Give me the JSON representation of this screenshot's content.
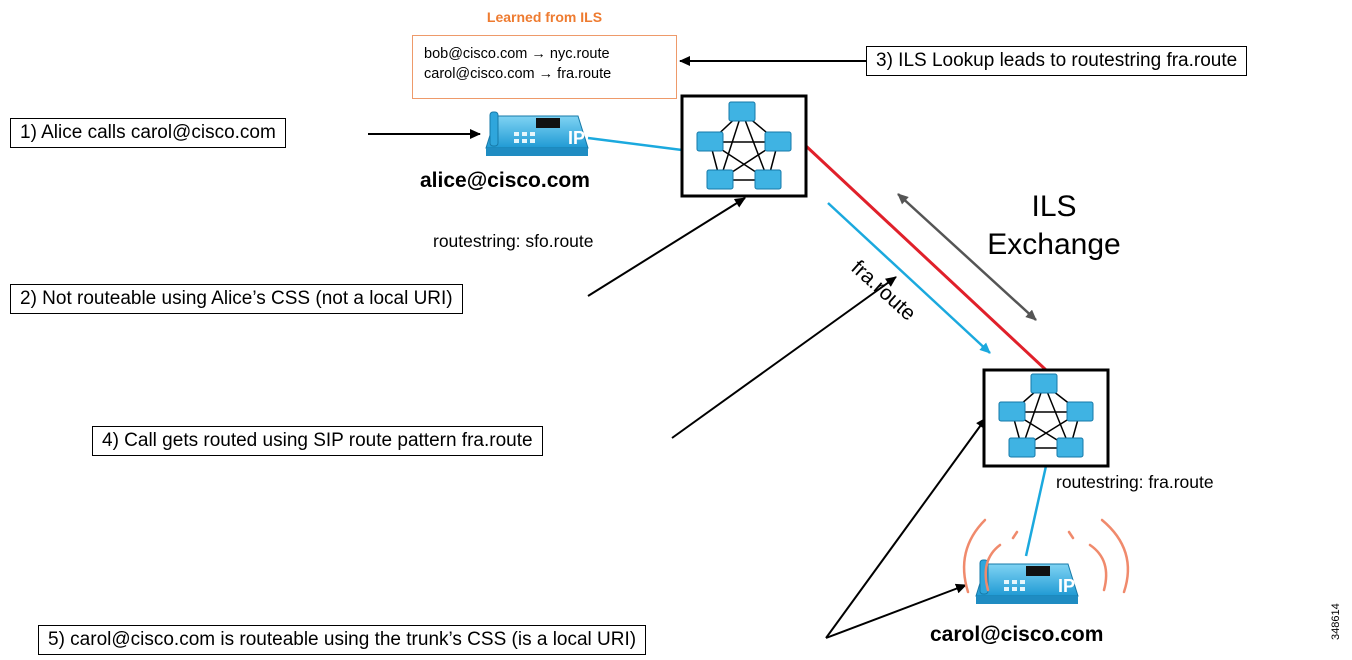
{
  "ils_table": {
    "title": "Learned from ILS",
    "rows": [
      "bob@cisco.com → nyc.route",
      "carol@cisco.com → fra.route"
    ]
  },
  "steps": {
    "step1": "1) Alice calls carol@cisco.com",
    "step2": "2) Not routeable using Alice’s CSS (not a local URI)",
    "step3": "3) ILS Lookup leads to routestring fra.route",
    "step4": "4) Call gets routed using SIP route pattern fra.route",
    "step5": "5) carol@cisco.com is routeable using the trunk’s CSS (is a local URI)"
  },
  "labels": {
    "alice": "alice@cisco.com",
    "carol": "carol@cisco.com",
    "routestring_sfo": "routestring: sfo.route",
    "routestring_fra": "routestring: fra.route",
    "ils_exchange_line1": "ILS",
    "ils_exchange_line2": "Exchange",
    "fra_route": "fra.route",
    "figure_id": "348614"
  },
  "icons": {
    "phone": "ip-phone-icon",
    "cluster": "call-manager-cluster-icon",
    "ringing": "ringing-waves-icon"
  },
  "colors": {
    "link_blue": "#1ba9de",
    "trunk_red": "#e0202a",
    "ils_orange": "#ee7b30",
    "exchange_gray": "#555555",
    "node_fill": "#3fb3e3"
  }
}
